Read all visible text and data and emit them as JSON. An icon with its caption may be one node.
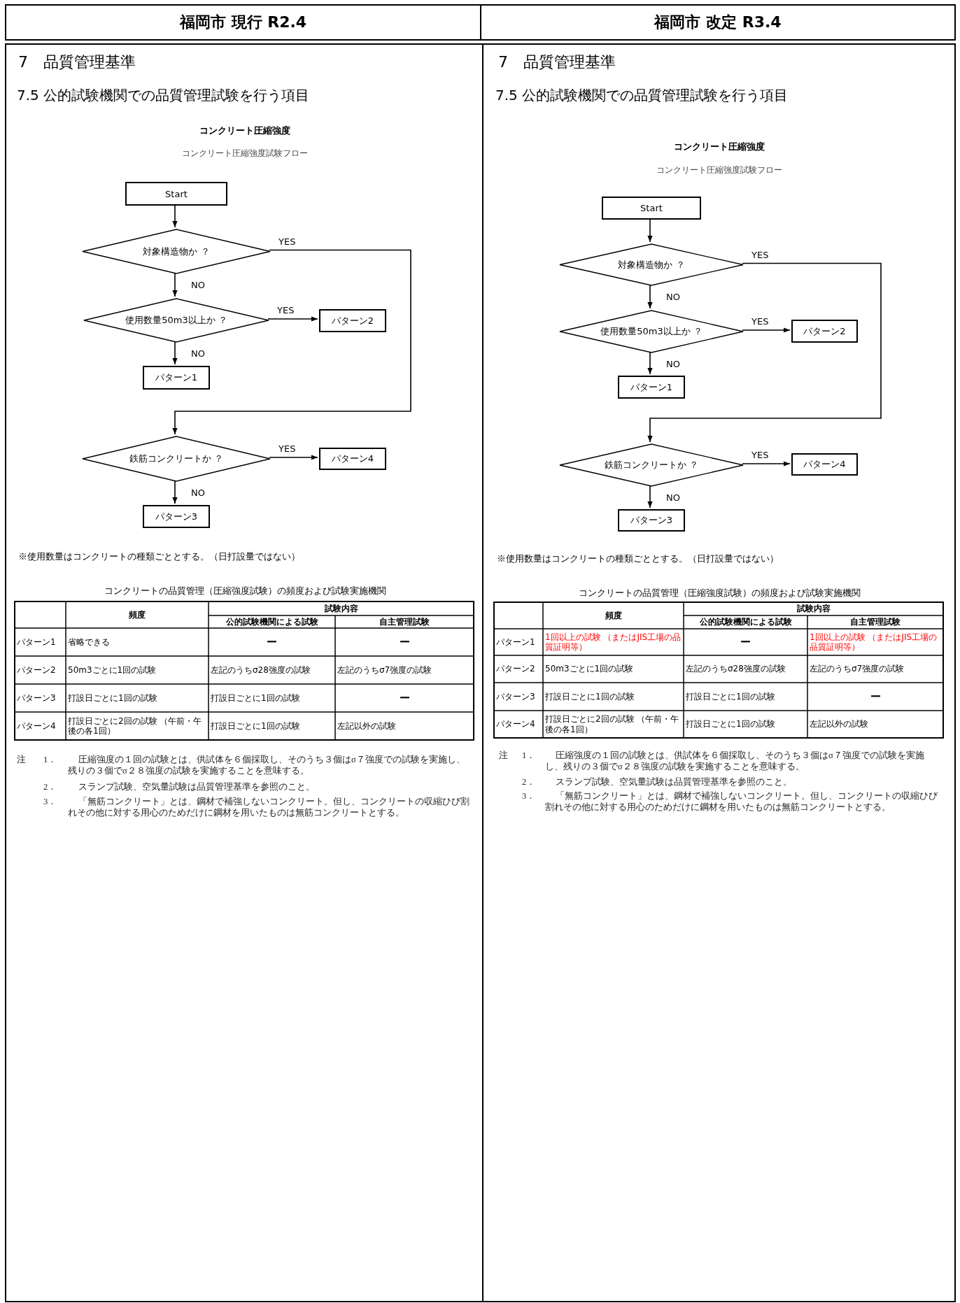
{
  "diagram": {
    "nodes": [
      {
        "text": [
          "福岡市 現行 R2.4"
        ]
      },
      {
        "text": [
          "福岡市 改定 R3.4"
        ]
      },
      {
        "text": [
          "7　品質管理基準",
          "7.5 公的試験機関での品質管理試験を行う項目",
          "コンクリート圧縮強度",
          "コンクリート圧縮強度試験フロー",
          "※使用数量はコンクリートの種類ごととする。（日打設量ではない）",
          "コンクリートの品質管理（圧縮強度試験）の頻度および試験実施機関"
        ]
      },
      {
        "text": [
          "Start"
        ],
        "in": 2
      },
      {
        "text": [
          "対象構造物か ？"
        ],
        "in": 2
      },
      {
        "text": [
          "使用数量50m3以上か ？"
        ],
        "in": 2
      },
      {
        "text": [
          "パターン2"
        ],
        "in": 2
      },
      {
        "text": [
          "パターン1"
        ],
        "in": 2
      },
      {
        "text": [
          "鉄筋コンクリートか ？"
        ],
        "in": 2
      },
      {
        "text": [
          "パターン4"
        ],
        "in": 2
      },
      {
        "text": [
          "パターン3"
        ],
        "in": 2
      },
      {
        "text": [
          "7　品質管理基準",
          "7.5 公的試験機関での品質管理試験を行う項目",
          "コンクリート圧縮強度",
          "コンクリート圧縮強度試験フロー",
          "※使用数量はコンクリートの種類ごととする。（日打設量ではない）",
          "コンクリートの品質管理（圧縮強度試験）の頻度および試験実施機関"
        ]
      },
      {
        "text": [
          "Start"
        ],
        "in": 11
      },
      {
        "text": [
          "対象構造物か ？"
        ],
        "in": 11
      },
      {
        "text": [
          "使用数量50m3以上か ？"
        ],
        "in": 11
      },
      {
        "text": [
          "パターン2"
        ],
        "in": 11
      },
      {
        "text": [
          "パターン1"
        ],
        "in": 11
      },
      {
        "text": [
          "鉄筋コンクリートか ？"
        ],
        "in": 11
      },
      {
        "text": [
          "パターン4"
        ],
        "in": 11
      },
      {
        "text": [
          "パターン3"
        ],
        "in": 11
      }
    ],
    "edges": [
      {
        "from": 3,
        "to": 4,
        "arrow": "to"
      },
      {
        "from": 4,
        "to": 8,
        "arrow": "to",
        "label": "YES"
      },
      {
        "from": 4,
        "to": 5,
        "arrow": "to",
        "label": "NO"
      },
      {
        "from": 5,
        "to": 6,
        "arrow": "to",
        "label": "YES"
      },
      {
        "from": 5,
        "to": 7,
        "arrow": "to",
        "label": "NO"
      },
      {
        "from": 8,
        "to": 9,
        "arrow": "to",
        "label": "YES"
      },
      {
        "from": 8,
        "to": 10,
        "arrow": "to",
        "label": "NO"
      },
      {
        "from": 12,
        "to": 13,
        "arrow": "to"
      },
      {
        "from": 13,
        "to": 17,
        "arrow": "to",
        "label": "YES"
      },
      {
        "from": 13,
        "to": 14,
        "arrow": "to",
        "label": "NO"
      },
      {
        "from": 14,
        "to": 15,
        "arrow": "to",
        "label": "YES"
      },
      {
        "from": 14,
        "to": 16,
        "arrow": "to",
        "label": "NO"
      },
      {
        "from": 17,
        "to": 18,
        "arrow": "to",
        "label": "YES"
      },
      {
        "from": 17,
        "to": 19,
        "arrow": "to",
        "label": "NO"
      }
    ],
    "labels": [
      "頻度",
      "試験内容",
      "公的試験機関による試験",
      "自主管理試験",
      "パターン1",
      "省略できる",
      "ー",
      "ー",
      "パターン2",
      "50m3ごとに1回の試験",
      "左記のうちσ28強度の試験",
      "左記のうちσ7強度の試験",
      "パターン3",
      "打設日ごとに1回の試験",
      "打設日ごとに1回の試験",
      "ー",
      "パターン4",
      "打設日ごとに2回の試験 （午前・午後の各1回）",
      "打設日ごとに1回の試験",
      "左記以外の試験",
      "注",
      "1．",
      "圧縮強度の１回の試験とは、供試体を６個採取し、そのうち３個はσ７強度での試験を実施し、残りの３個でσ２８強度の試験を実施することを意味する。",
      "2．",
      "スランプ試験、空気量試験は品質管理基準を参照のこと。",
      "3．",
      "「無筋コンクリート」とは、鋼材で補強しないコンクリート。但し、コンクリートの収縮ひび割れその他に対する用心のためだけに鋼材を用いたものは無筋コンクリートとする。",
      "頻度",
      "試験内容",
      "公的試験機関による試験",
      "自主管理試験",
      "パターン1",
      "1回以上の試験 （またはJIS工場の品質証明等）",
      "ー",
      "1回以上の試験 （またはJIS工場の品質証明等）",
      "パターン2",
      "50m3ごとに1回の試験",
      "左記のうちσ28強度の試験",
      "左記のうちσ7強度の試験",
      "パターン3",
      "打設日ごとに1回の試験",
      "打設日ごとに1回の試験",
      "ー",
      "パターン4",
      "打設日ごとに2回の試験 （午前・午後の各1回）",
      "打設日ごとに1回の試験",
      "左記以外の試験",
      "注",
      "1．",
      "圧縮強度の１回の試験とは、供試体を６個採取し、そのうち３個はσ７強度での試験を実施し、残りの３個でσ２８強度の試験を実施することを意味する。",
      "2．",
      "スランプ試験、空気量試験は品質管理基準を参照のこと。",
      "3．",
      "「無筋コンクリート」とは、鋼材で補強しないコンクリート。但し、コンクリートの収縮ひび割れその他に対する用心のためだけに鋼材を用いたものは無筋コンクリートとする。"
    ]
  }
}
